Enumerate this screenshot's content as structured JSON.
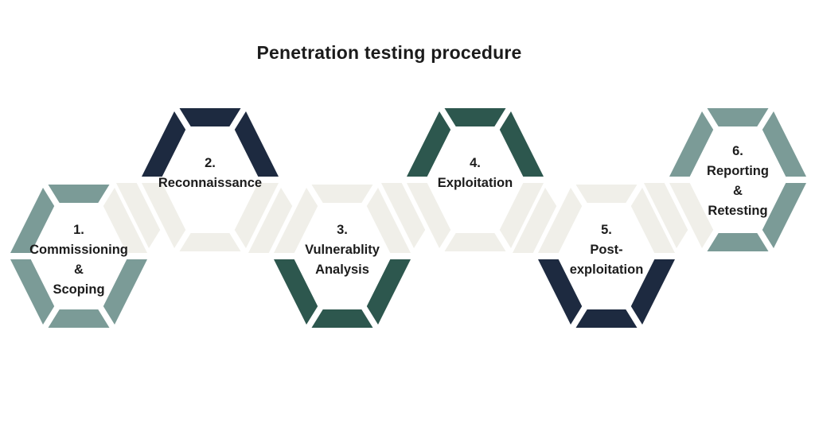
{
  "title": "Penetration testing procedure",
  "palette": {
    "sage": "#7b9b97",
    "navy": "#1d2a40",
    "green": "#2d574e",
    "cream": "#f0efe9",
    "text": "#1c1c1c",
    "background": "#ffffff"
  },
  "steps": [
    {
      "id": 1,
      "label": "Commissioning & Scoping",
      "lines": [
        "1.",
        "Commissioning",
        "&",
        "Scoping"
      ],
      "segments": {
        "ul": "sage",
        "top": "sage",
        "ur": "cream",
        "lr": "sage",
        "bottom": "sage",
        "ll": "sage"
      }
    },
    {
      "id": 2,
      "label": "Reconnaissance",
      "lines": [
        "2.",
        "Reconnaissance"
      ],
      "segments": {
        "ul": "navy",
        "top": "navy",
        "ur": "navy",
        "lr": "cream",
        "bottom": "cream",
        "ll": "cream"
      }
    },
    {
      "id": 3,
      "label": "Vulnerablity Analysis",
      "lines": [
        "3.",
        "Vulnerablity",
        "Analysis"
      ],
      "segments": {
        "ul": "cream",
        "top": "cream",
        "ur": "cream",
        "lr": "green",
        "bottom": "green",
        "ll": "green"
      }
    },
    {
      "id": 4,
      "label": "Exploitation",
      "lines": [
        "4.",
        "Exploitation"
      ],
      "segments": {
        "ul": "green",
        "top": "green",
        "ur": "green",
        "lr": "cream",
        "bottom": "cream",
        "ll": "cream"
      }
    },
    {
      "id": 5,
      "label": "Post-exploitation",
      "lines": [
        "5.",
        "Post-",
        "exploitation"
      ],
      "segments": {
        "ul": "cream",
        "top": "cream",
        "ur": "cream",
        "lr": "navy",
        "bottom": "navy",
        "ll": "navy"
      }
    },
    {
      "id": 6,
      "label": "Reporting & Retesting",
      "lines": [
        "6.",
        "Reporting",
        "&",
        "Retesting"
      ],
      "segments": {
        "ul": "sage",
        "top": "sage",
        "ur": "sage",
        "lr": "sage",
        "bottom": "sage",
        "ll": "cream"
      }
    }
  ]
}
